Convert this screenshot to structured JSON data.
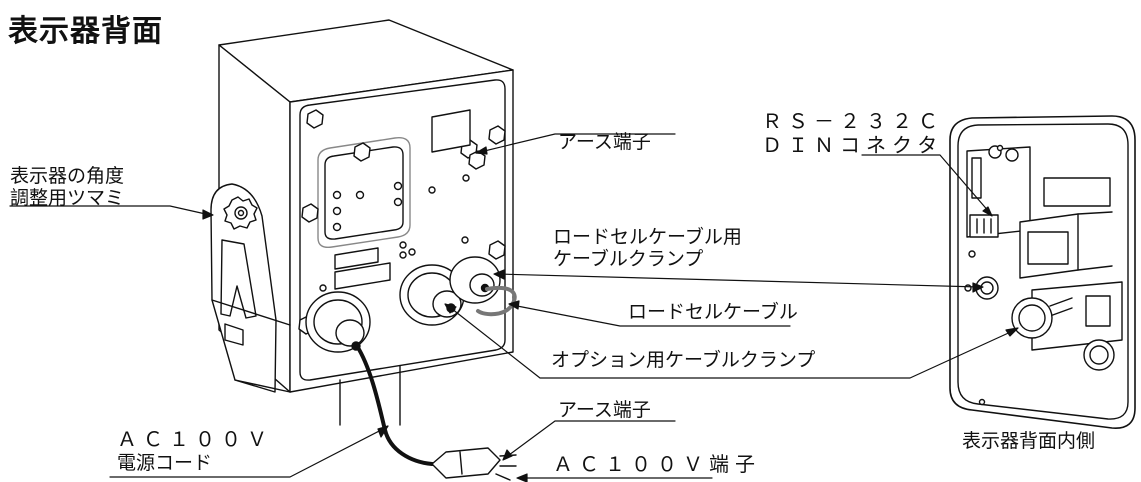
{
  "title": "表示器背面",
  "labels": {
    "ground_terminal_top": "アース端子",
    "angle_knob_line1": "表示器の角度",
    "angle_knob_line2": "調整用ツマミ",
    "rs232c": "ＲＳ－２３２Ｃ",
    "din_connector": "ＤＩＮコネクタ",
    "loadcell_clamp_line1": "ロードセルケーブル用",
    "loadcell_clamp_line2": "ケーブルクランプ",
    "loadcell_cable": "ロードセルケーブル",
    "option_clamp": "オプション用ケーブルクランプ",
    "ground_terminal_bottom": "アース端子",
    "ac100v_line1": "ＡＣ１００Ｖ",
    "ac100v_line2": "電源コード",
    "ac100v_terminal": "ＡＣ１００Ｖ端子",
    "rear_inside": "表示器背面内側"
  }
}
